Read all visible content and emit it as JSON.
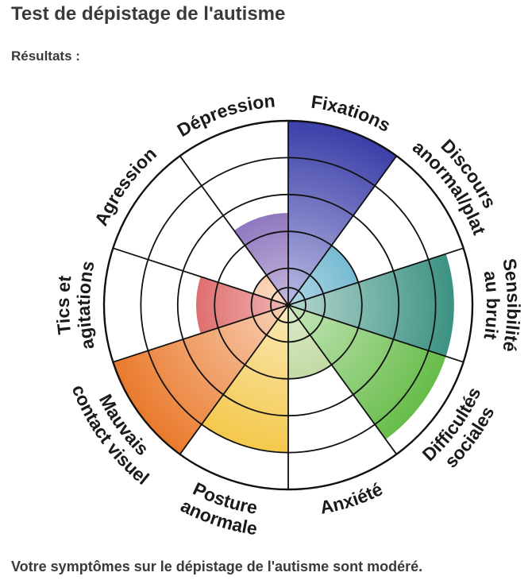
{
  "page": {
    "title": "Test de dépistage de l'autisme",
    "results_label": "Résultats :",
    "verdict": "Votre symptômes sur le dépistage de l'autisme sont modéré."
  },
  "chart_data": {
    "type": "polar-area",
    "max_value": 5,
    "rings": 5,
    "categories": [
      {
        "label": "Fixations",
        "lines": [
          "Fixations"
        ],
        "value": 5,
        "color": "#3b3fa8"
      },
      {
        "label": "Discours anormal/plat",
        "lines": [
          "Discours",
          "anormal/plat"
        ],
        "value": 2,
        "color": "#1f8fb4"
      },
      {
        "label": "Sensibilité au bruit",
        "lines": [
          "Sensibilité",
          "au bruit"
        ],
        "value": 4.5,
        "color": "#2e8b7a"
      },
      {
        "label": "Difficultés sociales",
        "lines": [
          "Difficultés",
          "sociales"
        ],
        "value": 4.5,
        "color": "#5cb83c"
      },
      {
        "label": "Anxiété",
        "lines": [
          "Anxiété"
        ],
        "value": 2,
        "color": "#9cc46a"
      },
      {
        "label": "Posture anormale",
        "lines": [
          "Posture",
          "anormale"
        ],
        "value": 4,
        "color": "#f2c030"
      },
      {
        "label": "Mauvais contact visuel",
        "lines": [
          "Mauvais",
          "contact visuel"
        ],
        "value": 5,
        "color": "#ea7a2c"
      },
      {
        "label": "Tics et agitations",
        "lines": [
          "Tics et",
          "agitations"
        ],
        "value": 2.5,
        "color": "#d12a2a"
      },
      {
        "label": "Agression",
        "lines": [
          "Agression"
        ],
        "value": 1,
        "color": "#f09a5a"
      },
      {
        "label": "Dépression",
        "lines": [
          "Dépression"
        ],
        "value": 2.5,
        "color": "#5b37a0"
      }
    ]
  }
}
